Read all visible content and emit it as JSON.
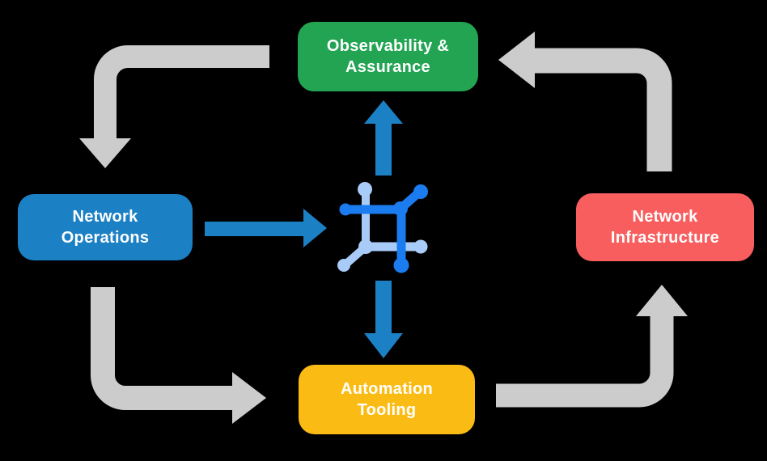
{
  "diagram": {
    "description": "Network automation cycle diagram with four stages around a central network icon",
    "colors": {
      "background": "#000000",
      "gray_arrow": "#CCCCCC",
      "blue_arrow": "#1C80C5",
      "icon_dark_blue": "#1B7CF0",
      "icon_light_blue": "#A9CBF8",
      "node_text": "#FFFFFF"
    },
    "nodes": {
      "observability": {
        "label": "Observability &\nAssurance",
        "color": "#22A453"
      },
      "network_operations": {
        "label": "Network\nOperations",
        "color": "#1C80C5"
      },
      "network_infrastructure": {
        "label": "Network\nInfrastructure",
        "color": "#F85E5E"
      },
      "automation_tooling": {
        "label": "Automation\nTooling",
        "color": "#FABB14"
      }
    },
    "center_icon": {
      "name": "network-mesh-icon"
    },
    "arrows": {
      "gray_cycle": [
        {
          "from": "Observability & Assurance",
          "to": "Network Operations"
        },
        {
          "from": "Network Operations",
          "to": "Automation Tooling"
        },
        {
          "from": "Automation Tooling",
          "to": "Network Infrastructure"
        },
        {
          "from": "Network Infrastructure",
          "to": "Observability & Assurance"
        }
      ],
      "blue_center": [
        {
          "from": "Network Operations",
          "to": "network-mesh-icon"
        },
        {
          "from": "network-mesh-icon",
          "to": "Observability & Assurance"
        },
        {
          "from": "network-mesh-icon",
          "to": "Automation Tooling"
        }
      ]
    }
  }
}
